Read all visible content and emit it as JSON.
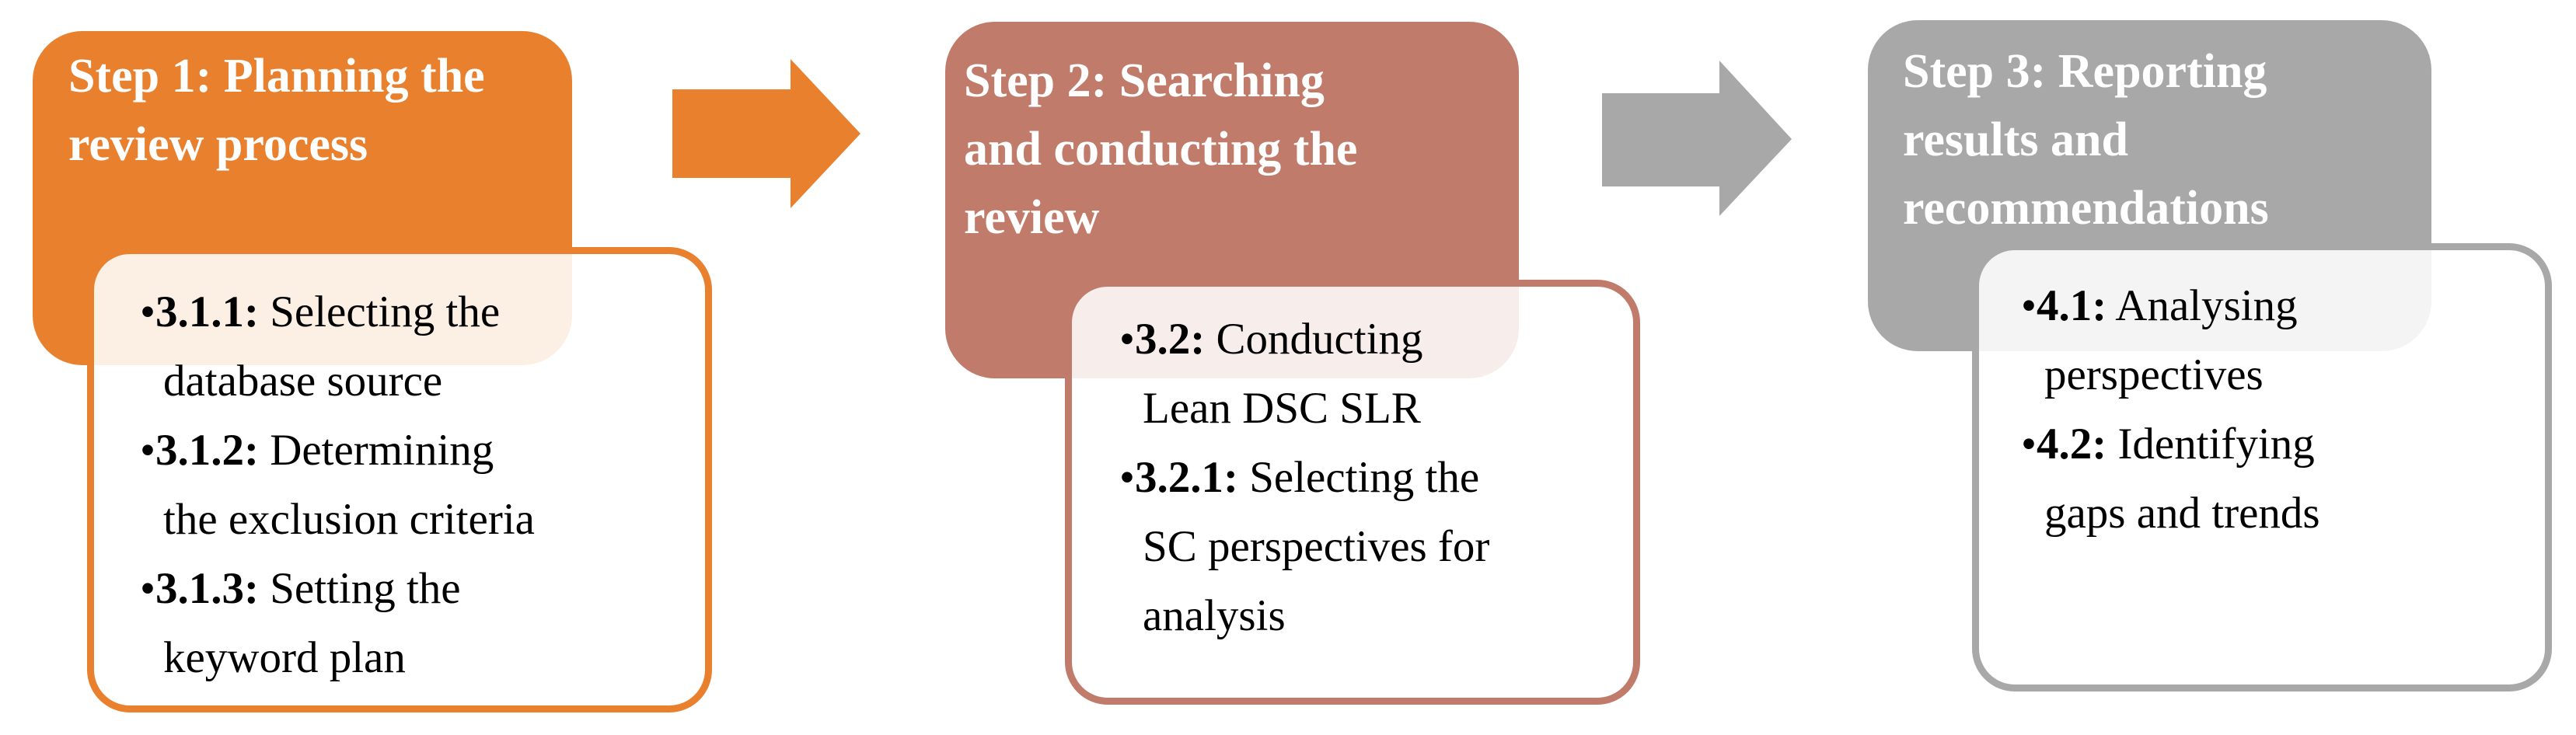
{
  "figure": {
    "type": "process-flow-diagram",
    "background": "#ffffff",
    "text_color": "#000000",
    "title_color": "#ffffff",
    "bullet_glyph": "•",
    "steps": [
      {
        "id": "step-1",
        "accent": "#E8802E",
        "overlap_tint": "#FBEFE4",
        "header_title": "Step 1: Planning the\nreview process",
        "items": [
          {
            "num": "3.1.1:",
            "text": " Selecting the\ndatabase source"
          },
          {
            "num": "3.1.2:",
            "text": " Determining\nthe exclusion criteria"
          },
          {
            "num": "3.1.3:",
            "text": " Setting the\nkeyword plan"
          }
        ]
      },
      {
        "id": "step-2",
        "accent": "#C07B6B",
        "overlap_tint": "#F7EFED",
        "header_title": "Step 2: Searching\nand conducting the\nreview",
        "items": [
          {
            "num": "3.2:",
            "text": " Conducting\nLean DSC SLR"
          },
          {
            "num": "3.2.1:",
            "text": " Selecting the\nSC perspectives for\nanalysis"
          }
        ]
      },
      {
        "id": "step-3",
        "accent": "#A8A8A8",
        "overlap_tint": "#F4F4F4",
        "header_title": "Step 3: Reporting\nresults and\nrecommendations",
        "items": [
          {
            "num": "4.1:",
            "text": " Analysing\nperspectives"
          },
          {
            "num": "4.2:",
            "text": " Identifying\ngaps and trends"
          }
        ]
      }
    ],
    "arrows": [
      {
        "id": "arrow-1",
        "color": "#E8802E",
        "direction": "right"
      },
      {
        "id": "arrow-2",
        "color": "#A8A8A8",
        "direction": "right"
      }
    ]
  }
}
